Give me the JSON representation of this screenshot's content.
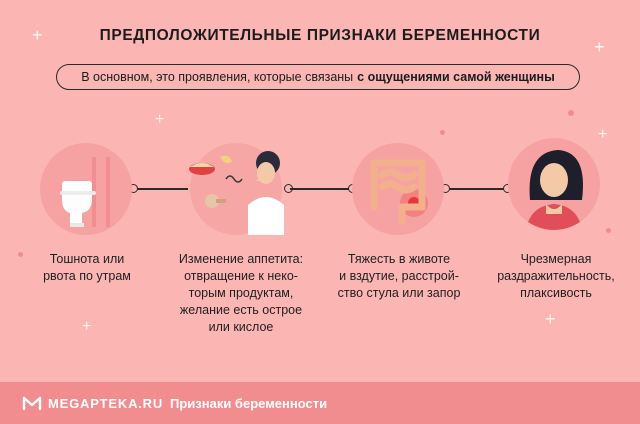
{
  "header": {
    "title": "ПРЕДПОЛОЖИТЕЛЬНЫЕ ПРИЗНАКИ БЕРЕМЕННОСТИ",
    "subtitle_prefix": "В основном, это проявления, которые связаны",
    "subtitle_bold": "с ощущениями самой женщины"
  },
  "steps": [
    {
      "icon": "toilet-icon",
      "lines": [
        "Тошнота или",
        "рвота по утрам"
      ]
    },
    {
      "icon": "food-aversion-icon",
      "lines": [
        "Изменение аппетита:",
        "отвращение к неко-",
        "торым продуктам,",
        "желание есть острое",
        "или кислое"
      ]
    },
    {
      "icon": "intestine-icon",
      "lines": [
        "Тяжесть в животе",
        "и вздутие, расстрой-",
        "ство стула или запор"
      ]
    },
    {
      "icon": "sad-woman-icon",
      "lines": [
        "Чрезмерная",
        "раздражительность,",
        "плаксивость"
      ]
    }
  ],
  "footer": {
    "logo_text": "MEGAPTEKA.RU",
    "title": "Признаки беременности"
  },
  "colors": {
    "background": "#fbb6b4",
    "circle": "#f6a2a2",
    "footer": "#f18c8f",
    "accent_red": "#e8383d"
  }
}
